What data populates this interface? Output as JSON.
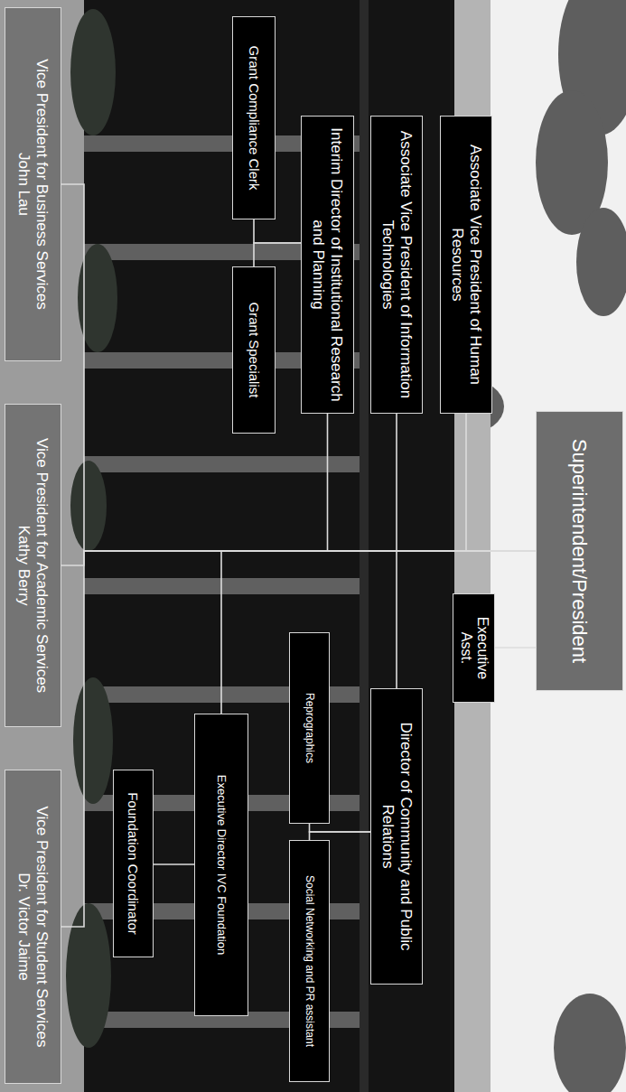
{
  "diagram": {
    "nodes": [
      {
        "text": [
          "Superintendent/President"
        ]
      },
      {
        "text": [
          "Executive Asst."
        ]
      },
      {
        "text": [
          "Associate Vice President of Human Resources"
        ]
      },
      {
        "text": [
          "Associate Vice President of Information Technologies"
        ]
      },
      {
        "text": [
          "Interim Director of Institutional Research and Planning"
        ]
      },
      {
        "text": [
          "Grant Compliance Clerk"
        ]
      },
      {
        "text": [
          "Grant Specialist"
        ]
      },
      {
        "text": [
          "Director of Community and Public Relations"
        ]
      },
      {
        "text": [
          "Reprographics"
        ]
      },
      {
        "text": [
          "Social Networking and PR assistant"
        ]
      },
      {
        "text": [
          "Executive Director IVC Foundation"
        ]
      },
      {
        "text": [
          "Foundation Coordinator"
        ]
      },
      {
        "text": [
          "Vice President for Business Services",
          "John Lau"
        ]
      },
      {
        "text": [
          "Vice President for Academic Services",
          "Kathy Berry"
        ]
      },
      {
        "text": [
          "Vice President for Student Services",
          "Dr. Victor Jaime"
        ]
      }
    ],
    "edges": [
      {
        "from": 0,
        "to": 1,
        "arrow": "none"
      },
      {
        "from": 0,
        "to": 2,
        "arrow": "none"
      },
      {
        "from": 0,
        "to": 3,
        "arrow": "none"
      },
      {
        "from": 0,
        "to": 4,
        "arrow": "none"
      },
      {
        "from": 4,
        "to": 5,
        "arrow": "none"
      },
      {
        "from": 4,
        "to": 6,
        "arrow": "none"
      },
      {
        "from": 0,
        "to": 7,
        "arrow": "none"
      },
      {
        "from": 7,
        "to": 8,
        "arrow": "none"
      },
      {
        "from": 7,
        "to": 9,
        "arrow": "none"
      },
      {
        "from": 0,
        "to": 10,
        "arrow": "none"
      },
      {
        "from": 10,
        "to": 11,
        "arrow": "none"
      },
      {
        "from": 0,
        "to": 12,
        "arrow": "none"
      },
      {
        "from": 0,
        "to": 13,
        "arrow": "none"
      },
      {
        "from": 0,
        "to": 14,
        "arrow": "none"
      }
    ]
  }
}
